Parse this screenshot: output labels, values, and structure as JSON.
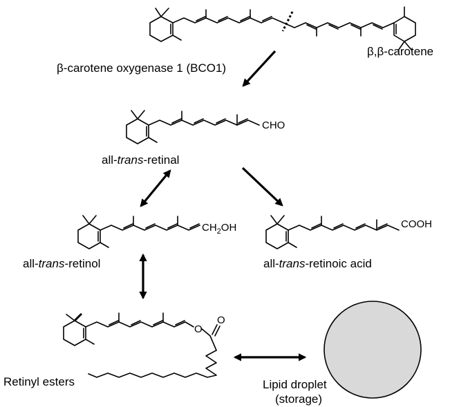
{
  "labels": {
    "beta_carotene": "β,β-carotene",
    "enzyme": "β-carotene oxygenase 1 (BCO1)",
    "retinal_prefix": "all-",
    "retinal_italic": "trans",
    "retinal_suffix": "-retinal",
    "retinol_prefix": "all-",
    "retinol_italic": "trans",
    "retinol_suffix": "-retinol",
    "retinoic_prefix": "all-",
    "retinoic_italic": "trans",
    "retinoic_suffix": "-retinoic acid",
    "retinyl_esters": "Retinyl esters",
    "lipid_line1": "Lipid droplet",
    "lipid_line2": "(storage)"
  },
  "groups": {
    "cho": "CHO",
    "ch2oh_ch": "CH",
    "ch2oh_sub": "2",
    "ch2oh_oh": "OH",
    "cooh": "COOH",
    "ester_o": "O",
    "carbonyl_o": "O"
  },
  "colors": {
    "droplet_fill": "#d9d9d9",
    "ink": "#000000"
  }
}
